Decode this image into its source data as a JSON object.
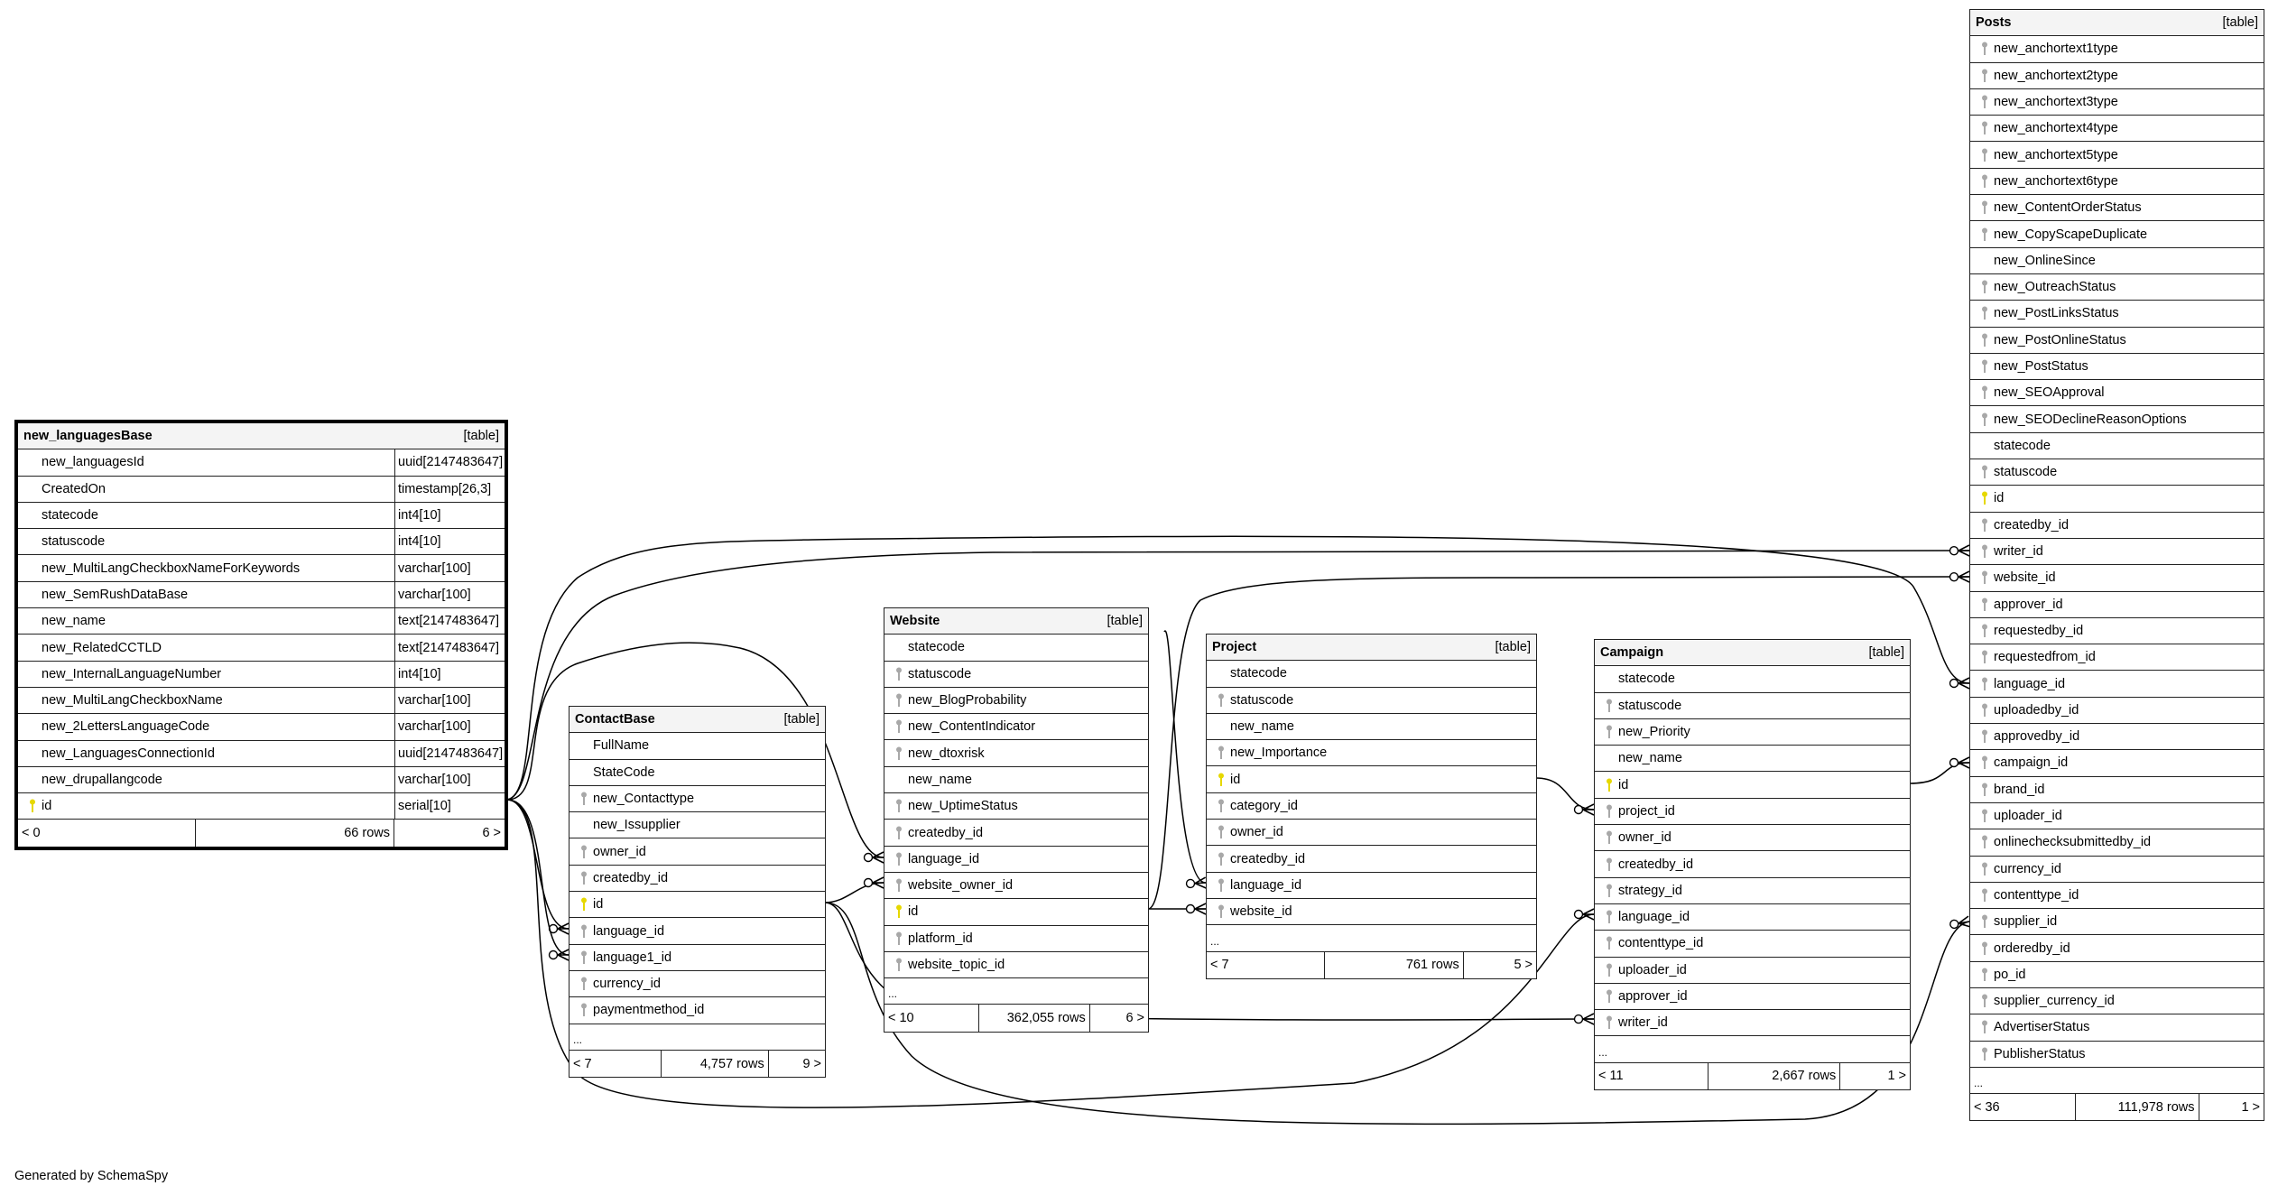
{
  "footer_text": "Generated by SchemaSpy",
  "colors": {
    "pk_key": "#e6d800",
    "fk_key": "#a8a8a8",
    "header_bg": "#f4f4f4"
  },
  "tables": [
    {
      "id": "new_languagesBase",
      "name": "new_languagesBase",
      "kind": "[table]",
      "focus": true,
      "columns": [
        {
          "name": "new_languagesId",
          "key": "none",
          "type": "uuid[2147483647]"
        },
        {
          "name": "CreatedOn",
          "key": "none",
          "type": "timestamp[26,3]"
        },
        {
          "name": "statecode",
          "key": "none",
          "type": "int4[10]"
        },
        {
          "name": "statuscode",
          "key": "none",
          "type": "int4[10]"
        },
        {
          "name": "new_MultiLangCheckboxNameForKeywords",
          "key": "none",
          "type": "varchar[100]"
        },
        {
          "name": "new_SemRushDataBase",
          "key": "none",
          "type": "varchar[100]"
        },
        {
          "name": "new_name",
          "key": "none",
          "type": "text[2147483647]"
        },
        {
          "name": "new_RelatedCCTLD",
          "key": "none",
          "type": "text[2147483647]"
        },
        {
          "name": "new_InternalLanguageNumber",
          "key": "none",
          "type": "int4[10]"
        },
        {
          "name": "new_MultiLangCheckboxName",
          "key": "none",
          "type": "varchar[100]"
        },
        {
          "name": "new_2LettersLanguageCode",
          "key": "none",
          "type": "varchar[100]"
        },
        {
          "name": "new_LanguagesConnectionId",
          "key": "none",
          "type": "uuid[2147483647]"
        },
        {
          "name": "new_drupallangcode",
          "key": "none",
          "type": "varchar[100]"
        },
        {
          "name": "id",
          "key": "pk",
          "type": "serial[10]"
        }
      ],
      "ellipsis": false,
      "footer": {
        "left": "< 0",
        "rows": "66 rows",
        "right": "6 >"
      }
    },
    {
      "id": "ContactBase",
      "name": "ContactBase",
      "kind": "[table]",
      "columns": [
        {
          "name": "FullName",
          "key": "none"
        },
        {
          "name": "StateCode",
          "key": "none"
        },
        {
          "name": "new_Contacttype",
          "key": "fk"
        },
        {
          "name": "new_Issupplier",
          "key": "none"
        },
        {
          "name": "owner_id",
          "key": "fk"
        },
        {
          "name": "createdby_id",
          "key": "fk"
        },
        {
          "name": "id",
          "key": "pk"
        },
        {
          "name": "language_id",
          "key": "fk"
        },
        {
          "name": "language1_id",
          "key": "fk"
        },
        {
          "name": "currency_id",
          "key": "fk"
        },
        {
          "name": "paymentmethod_id",
          "key": "fk"
        }
      ],
      "ellipsis": true,
      "ellipsis_text": "...",
      "footer": {
        "left": "< 7",
        "rows": "4,757 rows",
        "right": "9 >"
      }
    },
    {
      "id": "Website",
      "name": "Website",
      "kind": "[table]",
      "columns": [
        {
          "name": "statecode",
          "key": "none"
        },
        {
          "name": "statuscode",
          "key": "fk"
        },
        {
          "name": "new_BlogProbability",
          "key": "fk"
        },
        {
          "name": "new_ContentIndicator",
          "key": "fk"
        },
        {
          "name": "new_dtoxrisk",
          "key": "fk"
        },
        {
          "name": "new_name",
          "key": "none"
        },
        {
          "name": "new_UptimeStatus",
          "key": "fk"
        },
        {
          "name": "createdby_id",
          "key": "fk"
        },
        {
          "name": "language_id",
          "key": "fk"
        },
        {
          "name": "website_owner_id",
          "key": "fk"
        },
        {
          "name": "id",
          "key": "pk"
        },
        {
          "name": "platform_id",
          "key": "fk"
        },
        {
          "name": "website_topic_id",
          "key": "fk"
        }
      ],
      "ellipsis": true,
      "ellipsis_text": "...",
      "footer": {
        "left": "< 10",
        "rows": "362,055 rows",
        "right": "6 >"
      }
    },
    {
      "id": "Project",
      "name": "Project",
      "kind": "[table]",
      "columns": [
        {
          "name": "statecode",
          "key": "none"
        },
        {
          "name": "statuscode",
          "key": "fk"
        },
        {
          "name": "new_name",
          "key": "none"
        },
        {
          "name": "new_Importance",
          "key": "fk"
        },
        {
          "name": "id",
          "key": "pk"
        },
        {
          "name": "category_id",
          "key": "fk"
        },
        {
          "name": "owner_id",
          "key": "fk"
        },
        {
          "name": "createdby_id",
          "key": "fk"
        },
        {
          "name": "language_id",
          "key": "fk"
        },
        {
          "name": "website_id",
          "key": "fk"
        }
      ],
      "ellipsis": true,
      "ellipsis_text": "...",
      "footer": {
        "left": "< 7",
        "rows": "761 rows",
        "right": "5 >"
      }
    },
    {
      "id": "Campaign",
      "name": "Campaign",
      "kind": "[table]",
      "columns": [
        {
          "name": "statecode",
          "key": "none"
        },
        {
          "name": "statuscode",
          "key": "fk"
        },
        {
          "name": "new_Priority",
          "key": "fk"
        },
        {
          "name": "new_name",
          "key": "none"
        },
        {
          "name": "id",
          "key": "pk"
        },
        {
          "name": "project_id",
          "key": "fk"
        },
        {
          "name": "owner_id",
          "key": "fk"
        },
        {
          "name": "createdby_id",
          "key": "fk"
        },
        {
          "name": "strategy_id",
          "key": "fk"
        },
        {
          "name": "language_id",
          "key": "fk"
        },
        {
          "name": "contenttype_id",
          "key": "fk"
        },
        {
          "name": "uploader_id",
          "key": "fk"
        },
        {
          "name": "approver_id",
          "key": "fk"
        },
        {
          "name": "writer_id",
          "key": "fk"
        }
      ],
      "ellipsis": true,
      "ellipsis_text": "...",
      "footer": {
        "left": "< 11",
        "rows": "2,667 rows",
        "right": "1 >"
      }
    },
    {
      "id": "Posts",
      "name": "Posts",
      "kind": "[table]",
      "columns": [
        {
          "name": "new_anchortext1type",
          "key": "fk"
        },
        {
          "name": "new_anchortext2type",
          "key": "fk"
        },
        {
          "name": "new_anchortext3type",
          "key": "fk"
        },
        {
          "name": "new_anchortext4type",
          "key": "fk"
        },
        {
          "name": "new_anchortext5type",
          "key": "fk"
        },
        {
          "name": "new_anchortext6type",
          "key": "fk"
        },
        {
          "name": "new_ContentOrderStatus",
          "key": "fk"
        },
        {
          "name": "new_CopyScapeDuplicate",
          "key": "fk"
        },
        {
          "name": "new_OnlineSince",
          "key": "none"
        },
        {
          "name": "new_OutreachStatus",
          "key": "fk"
        },
        {
          "name": "new_PostLinksStatus",
          "key": "fk"
        },
        {
          "name": "new_PostOnlineStatus",
          "key": "fk"
        },
        {
          "name": "new_PostStatus",
          "key": "fk"
        },
        {
          "name": "new_SEOApproval",
          "key": "fk"
        },
        {
          "name": "new_SEODeclineReasonOptions",
          "key": "fk"
        },
        {
          "name": "statecode",
          "key": "none"
        },
        {
          "name": "statuscode",
          "key": "fk"
        },
        {
          "name": "id",
          "key": "pk"
        },
        {
          "name": "createdby_id",
          "key": "fk"
        },
        {
          "name": "writer_id",
          "key": "fk"
        },
        {
          "name": "website_id",
          "key": "fk"
        },
        {
          "name": "approver_id",
          "key": "fk"
        },
        {
          "name": "requestedby_id",
          "key": "fk"
        },
        {
          "name": "requestedfrom_id",
          "key": "fk"
        },
        {
          "name": "language_id",
          "key": "fk"
        },
        {
          "name": "uploadedby_id",
          "key": "fk"
        },
        {
          "name": "approvedby_id",
          "key": "fk"
        },
        {
          "name": "campaign_id",
          "key": "fk"
        },
        {
          "name": "brand_id",
          "key": "fk"
        },
        {
          "name": "uploader_id",
          "key": "fk"
        },
        {
          "name": "onlinechecksubmittedby_id",
          "key": "fk"
        },
        {
          "name": "currency_id",
          "key": "fk"
        },
        {
          "name": "contenttype_id",
          "key": "fk"
        },
        {
          "name": "supplier_id",
          "key": "fk"
        },
        {
          "name": "orderedby_id",
          "key": "fk"
        },
        {
          "name": "po_id",
          "key": "fk"
        },
        {
          "name": "supplier_currency_id",
          "key": "fk"
        },
        {
          "name": "AdvertiserStatus",
          "key": "fk"
        },
        {
          "name": "PublisherStatus",
          "key": "fk"
        }
      ],
      "ellipsis": true,
      "ellipsis_text": "...",
      "footer": {
        "left": "< 36",
        "rows": "111,978 rows",
        "right": "1 >"
      }
    }
  ]
}
